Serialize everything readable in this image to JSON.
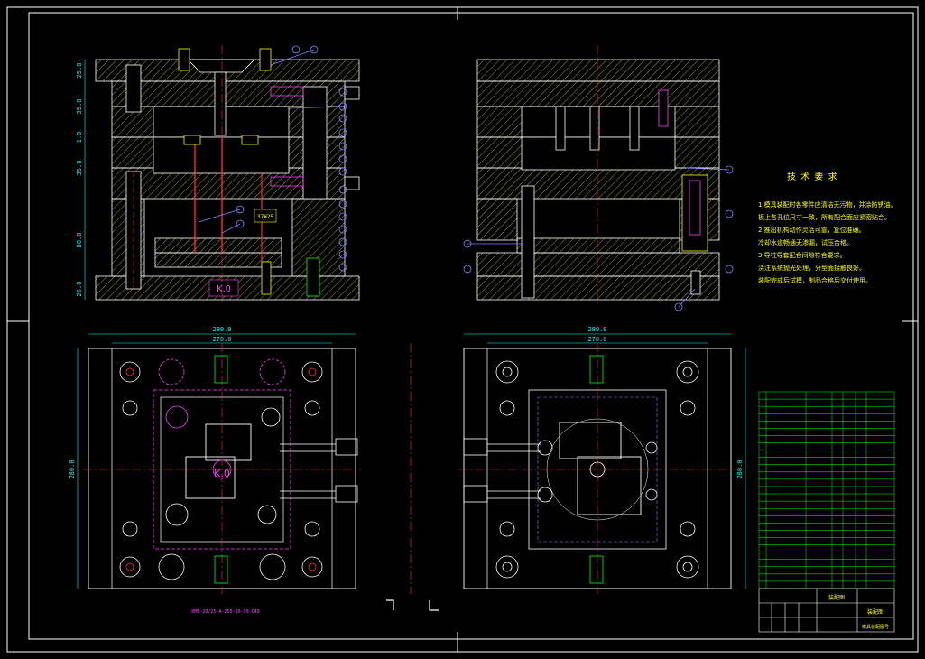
{
  "colors": {
    "background": "#000000",
    "frame": "#ffffff",
    "hatch": "#c8c832",
    "dimension": "#00ffff",
    "centerline": "#ff3030",
    "pin": "#ff2a2a",
    "water": "#ff40ff",
    "text": "#ffff00",
    "screw": "#00ff00",
    "callout": "#8080ff",
    "table_line": "#00ff00"
  },
  "front_view": {
    "dims_left": [
      "25.0",
      "35.0",
      "1.0",
      "35.0",
      "80.0",
      "25.0"
    ],
    "part_labels": [
      "37#25",
      "K.0"
    ]
  },
  "top_view": {
    "width_outer": "280.0",
    "width_inner": "270.0",
    "height": "280.0",
    "part_label": "K.0"
  },
  "bottom_view": {
    "width_outer": "280.0",
    "width_inner": "270.0",
    "height": "280.0"
  },
  "note_line": "DME-20/25-A-250-S0-S0-C40",
  "tech_requirements": {
    "title": "技 术 要 求",
    "lines": [
      "1.模具装配时各零件应清洁无污物，并涂防锈油。",
      "板上各孔位尺寸一致，所有配合面应紧密贴合。",
      "2.推出机构动作灵活可靠，复位准确。",
      "冷却水道畅通无渗漏，试压合格。",
      "3.导柱导套配合间隙符合要求。",
      "浇注系统抛光处理，分型面接触良好。",
      "装配完成后试模，制品合格后交付使用。"
    ]
  },
  "title_block": {
    "cell_a": "装配图",
    "cell_b": "装配图",
    "cell_c": "模具装配图号"
  }
}
